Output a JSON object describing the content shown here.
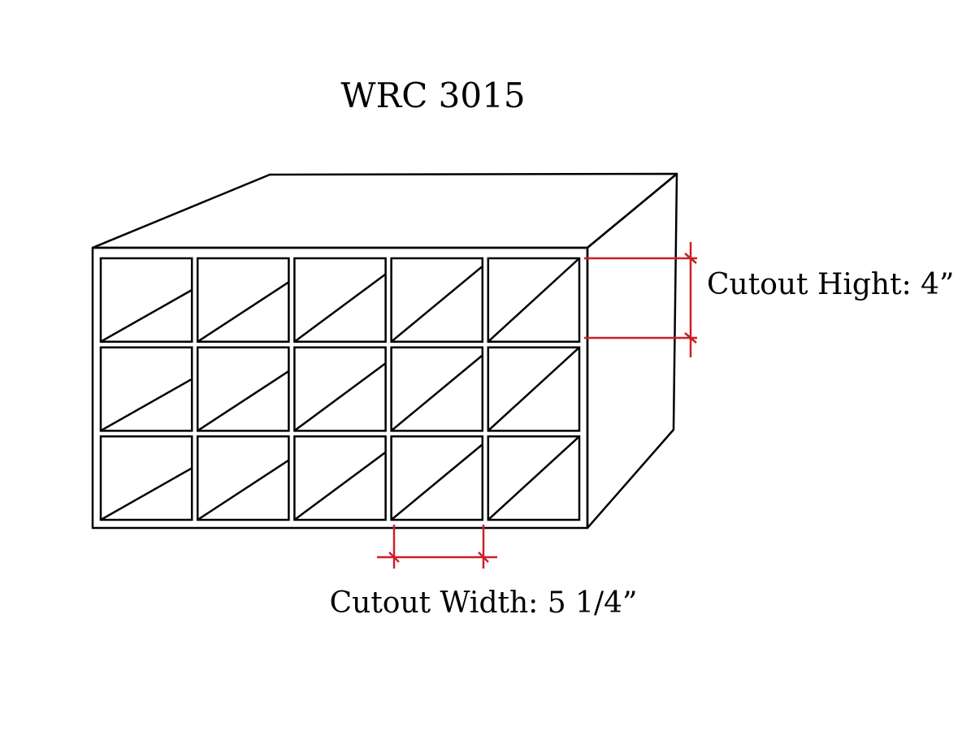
{
  "title": "WRC 3015",
  "labels": {
    "cutout_height": "Cutout Hight: 4”",
    "cutout_width": "Cutout Width: 5 1/4”"
  },
  "rack": {
    "rows": 3,
    "columns": 5
  },
  "colors": {
    "line": "#000000",
    "dimension": "#cc1f26",
    "background": "#ffffff"
  }
}
